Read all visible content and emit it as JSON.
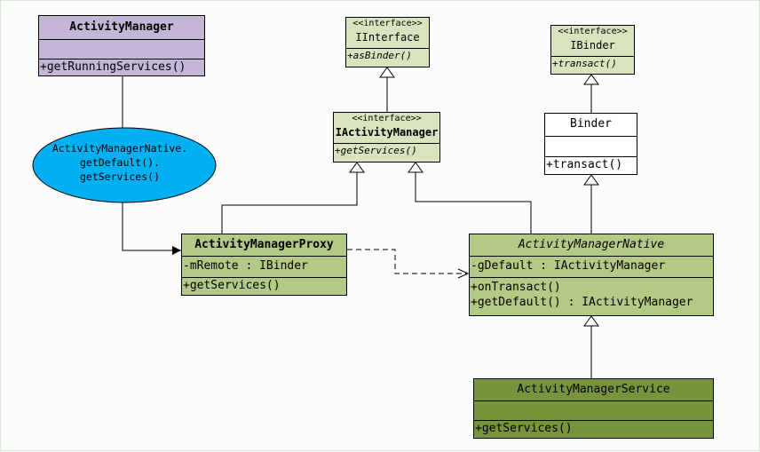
{
  "classes": {
    "activity_manager": {
      "name": "ActivityManager",
      "methods": [
        "+getRunningServices()"
      ]
    },
    "iinterface": {
      "stereotype": "<<interface>>",
      "name": "IInterface",
      "methods": [
        "+asBinder()"
      ]
    },
    "ibinder": {
      "stereotype": "<<interface>>",
      "name": "IBinder",
      "methods": [
        "+transact()"
      ]
    },
    "iactivity_manager": {
      "stereotype": "<<interface>>",
      "name": "IActivityManager",
      "methods": [
        "+getServices()"
      ]
    },
    "binder": {
      "name": "Binder",
      "methods": [
        "+transact()"
      ]
    },
    "proxy": {
      "name": "ActivityManagerProxy",
      "attributes": [
        "-mRemote : IBinder"
      ],
      "methods": [
        "+getServices()"
      ]
    },
    "native": {
      "name": "ActivityManagerNative",
      "attributes": [
        "-gDefault : IActivityManager"
      ],
      "methods": [
        "+onTransact()",
        "+getDefault() : IActivityManager"
      ]
    },
    "service": {
      "name": "ActivityManagerService",
      "methods": [
        "+getServices()"
      ]
    }
  },
  "call_note": {
    "lines": [
      "ActivityManagerNative.",
      "getDefault().",
      "getServices()"
    ]
  },
  "colors": {
    "purple": "#c3b6d6",
    "light_green": "#d7e4bd",
    "green": "#b3c984",
    "dark_green": "#77933c",
    "ellipse": "#00b0f0"
  }
}
